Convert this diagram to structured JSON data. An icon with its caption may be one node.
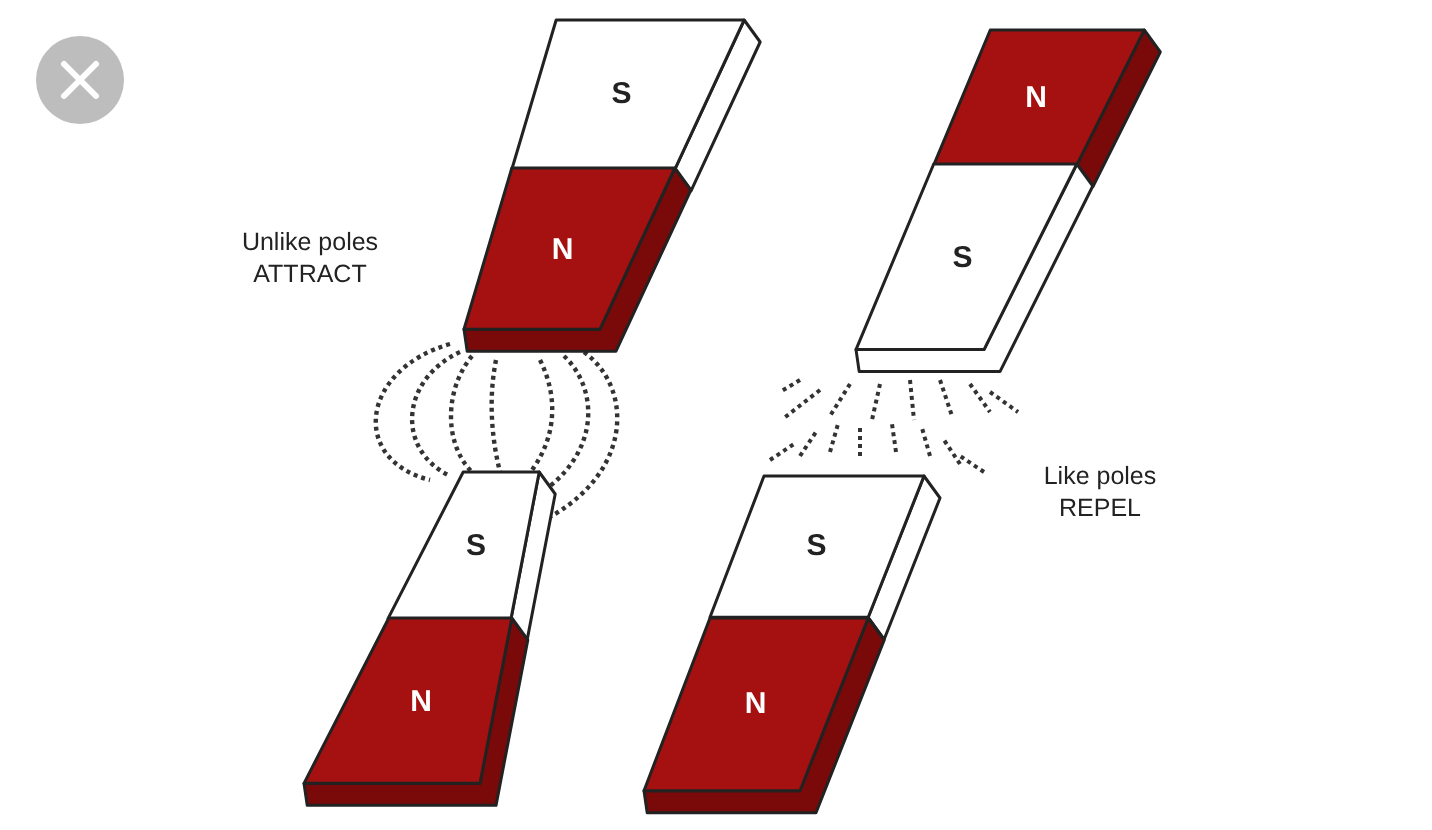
{
  "diagram": {
    "nodes": [
      {
        "text": [
          "S"
        ]
      },
      {
        "text": [
          "N"
        ]
      },
      {
        "text": [
          "N"
        ]
      },
      {
        "text": [
          "S"
        ]
      },
      {
        "text": [
          "S"
        ]
      },
      {
        "text": [
          "N"
        ]
      },
      {
        "text": [
          "S"
        ]
      },
      {
        "text": [
          "N"
        ]
      }
    ],
    "labels": [
      "Unlike poles ATTRACT",
      "Like poles REPEL"
    ]
  }
}
